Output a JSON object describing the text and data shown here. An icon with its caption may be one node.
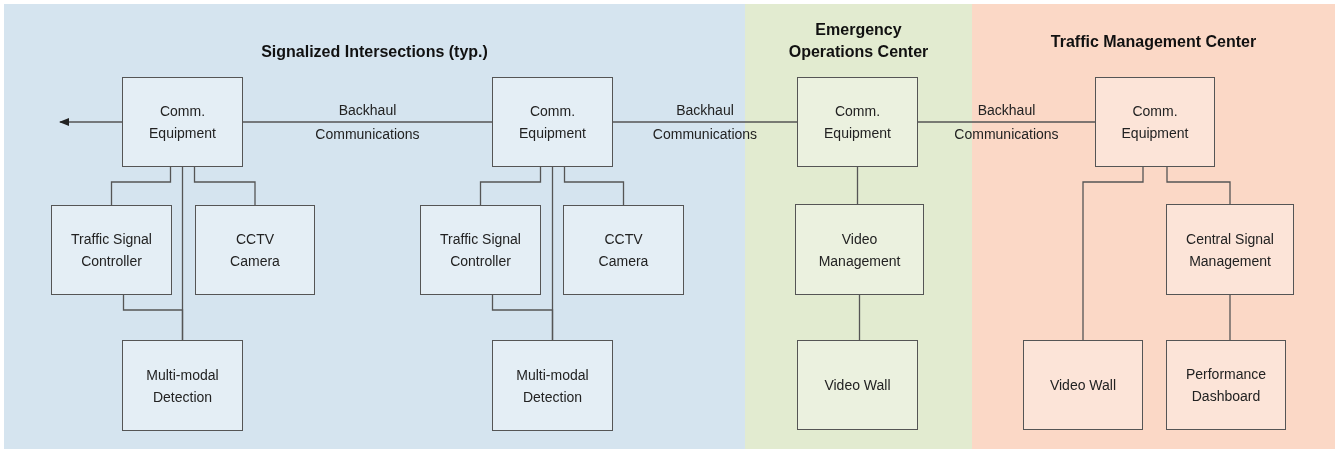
{
  "diagram": {
    "nodes": [
      {
        "text": [
          "Signalized Intersections (typ.)"
        ]
      },
      {
        "text": [
          "Comm. Equipment"
        ],
        "in": 0
      },
      {
        "text": [
          "Traffic Signal Controller"
        ],
        "in": 0
      },
      {
        "text": [
          "CCTV Camera"
        ],
        "in": 0
      },
      {
        "text": [
          "Multi-modal Detection"
        ],
        "in": 0
      },
      {
        "text": [
          "Comm. Equipment"
        ],
        "in": 0
      },
      {
        "text": [
          "Traffic Signal Controller"
        ],
        "in": 0
      },
      {
        "text": [
          "CCTV Camera"
        ],
        "in": 0
      },
      {
        "text": [
          "Multi-modal Detection"
        ],
        "in": 0
      },
      {
        "text": [
          "Emergency Operations Center"
        ]
      },
      {
        "text": [
          "Comm. Equipment"
        ],
        "in": 9
      },
      {
        "text": [
          "Video Management"
        ],
        "in": 9
      },
      {
        "text": [
          "Video Wall"
        ],
        "in": 9
      },
      {
        "text": [
          "Traffic Management Center"
        ]
      },
      {
        "text": [
          "Comm. Equipment"
        ],
        "in": 13
      },
      {
        "text": [
          "Video Wall"
        ],
        "in": 13
      },
      {
        "text": [
          "Central Signal Management"
        ],
        "in": 13
      },
      {
        "text": [
          "Performance Dashboard"
        ],
        "in": 13
      }
    ],
    "edges": [
      {
        "from": 1,
        "to": null,
        "arrow": "to"
      },
      {
        "from": 1,
        "to": 5,
        "arrow": "none",
        "label": "Backhaul Communications"
      },
      {
        "from": 5,
        "to": 10,
        "arrow": "none",
        "label": "Backhaul Communications"
      },
      {
        "from": 10,
        "to": 14,
        "arrow": "none",
        "label": "Backhaul Communications"
      },
      {
        "from": 1,
        "to": 2,
        "arrow": "none"
      },
      {
        "from": 1,
        "to": 3,
        "arrow": "none"
      },
      {
        "from": 1,
        "to": 4,
        "arrow": "none"
      },
      {
        "from": 2,
        "to": 4,
        "arrow": "none"
      },
      {
        "from": 5,
        "to": 6,
        "arrow": "none"
      },
      {
        "from": 5,
        "to": 7,
        "arrow": "none"
      },
      {
        "from": 5,
        "to": 8,
        "arrow": "none"
      },
      {
        "from": 6,
        "to": 8,
        "arrow": "none"
      },
      {
        "from": 10,
        "to": 11,
        "arrow": "none"
      },
      {
        "from": 11,
        "to": 12,
        "arrow": "none"
      },
      {
        "from": 14,
        "to": 15,
        "arrow": "none"
      },
      {
        "from": 14,
        "to": 16,
        "arrow": "none"
      },
      {
        "from": 16,
        "to": 17,
        "arrow": "none"
      }
    ]
  }
}
